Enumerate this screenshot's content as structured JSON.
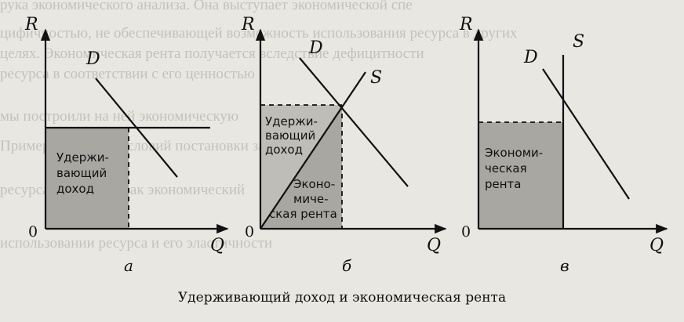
{
  "background_text": [
    "рука экономического анализа. Она выступает экономической спе",
    "цифичностью, не обеспечивающей возможность использования ресурса в других",
    "целях. Экономическая рента получается вследствие дефицитности",
    "ресурса в соответствии с его ценностью",
    "мы построили на ней экономическую",
    "Пример основных условий постановки задачи",
    "ресурса на участке как экономический",
    "использовании ресурса и его эластичности"
  ],
  "panels": [
    {
      "id": "a",
      "letter": "а",
      "y_axis": "R",
      "x_axis": "Q",
      "origin": "0",
      "demand_label": "D",
      "region_lines": [
        "Удержи-",
        "вающий",
        "доход"
      ]
    },
    {
      "id": "b",
      "letter": "б",
      "y_axis": "R",
      "x_axis": "Q",
      "origin": "0",
      "demand_label": "D",
      "supply_label": "S",
      "upper_region_lines": [
        "Удержи-",
        "вающий",
        "доход"
      ],
      "lower_region_lines": [
        "Эконо-",
        "миче-",
        "ская рента"
      ]
    },
    {
      "id": "c",
      "letter": "в",
      "y_axis": "R",
      "x_axis": "Q",
      "origin": "0",
      "demand_label": "D",
      "supply_label": "S",
      "region_lines": [
        "Экономи-",
        "ческая",
        "рента"
      ]
    }
  ],
  "caption": "Удерживающий доход и экономическая рента",
  "colors": {
    "shade": "#a9a7a2",
    "shade_light": "#bfbdb8",
    "ink": "#111111",
    "paper": "#e9e7e2"
  }
}
